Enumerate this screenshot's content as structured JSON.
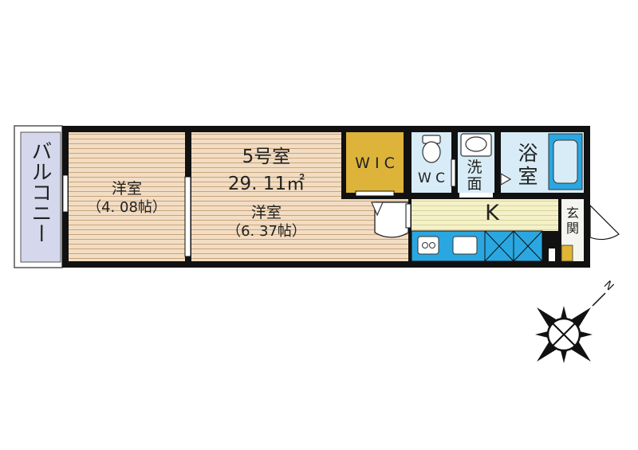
{
  "unit": {
    "number": "5号室",
    "area": "29. 11㎡"
  },
  "rooms": {
    "balcony": "バルコニー",
    "western_small": {
      "name": "洋室",
      "size": "（4. 08帖）"
    },
    "western_large": {
      "name": "洋室",
      "size": "（6. 37帖）"
    },
    "wic": "W I C",
    "wc": "W C",
    "washroom": "洗面",
    "bathroom": "浴室",
    "kitchen": "K",
    "entrance": "玄関"
  },
  "compass": {
    "north_label": "N"
  },
  "colors": {
    "wall": "#111111",
    "flooring": "#f2ddc4",
    "floor_lines": "#c9a57a",
    "wic": "#ddb33a",
    "wet_area": "#d7ecf7",
    "fixture_blue": "#2aa7e0",
    "kitchen_floor": "#f4f1c8",
    "balcony": "#d5d8ec",
    "entrance": "#f5f5f0",
    "shoe_box": "#e0b434"
  }
}
